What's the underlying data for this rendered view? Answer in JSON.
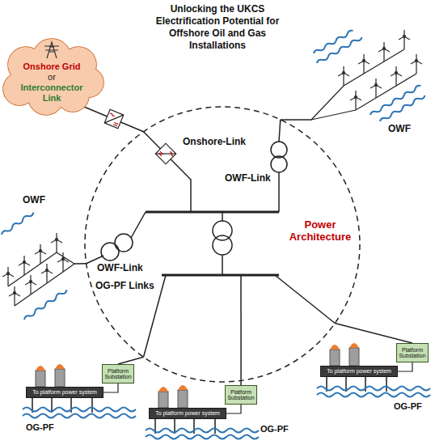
{
  "diagram": {
    "title": "Unlocking the UKCS Electrification Potential for Offshore Oil and Gas Installations",
    "nodes": [
      {
        "text": [
          "Onshore Grid",
          "or",
          "Interconnector Link"
        ]
      },
      {
        "text": [
          "Power Architecture"
        ]
      },
      {
        "text": [
          "OWF"
        ]
      },
      {
        "text": [
          "OWF"
        ]
      },
      {
        "text": [
          "OG-PF"
        ]
      },
      {
        "text": [
          "Platform Substation"
        ],
        "in": 4
      },
      {
        "text": [
          "To platform power system"
        ],
        "in": 4
      },
      {
        "text": [
          "OG-PF"
        ]
      },
      {
        "text": [
          "Platform Substation"
        ],
        "in": 7
      },
      {
        "text": [
          "To platform power system"
        ],
        "in": 7
      },
      {
        "text": [
          "OG-PF"
        ]
      },
      {
        "text": [
          "Platform Substation"
        ],
        "in": 10
      },
      {
        "text": [
          "To platform power system"
        ],
        "in": 10
      }
    ],
    "edges": [
      {
        "from": 0,
        "to": 1,
        "arrow": "none"
      },
      {
        "from": 2,
        "to": 1,
        "arrow": "none"
      },
      {
        "from": 3,
        "to": 1,
        "arrow": "none"
      },
      {
        "from": 1,
        "to": 4,
        "arrow": "none"
      },
      {
        "from": 1,
        "to": 7,
        "arrow": "none"
      },
      {
        "from": 1,
        "to": 10,
        "arrow": "none"
      }
    ],
    "labels": [
      "Onshore-Link",
      "OWF-Link",
      "OWF-Link",
      "OG-PF Links"
    ]
  }
}
